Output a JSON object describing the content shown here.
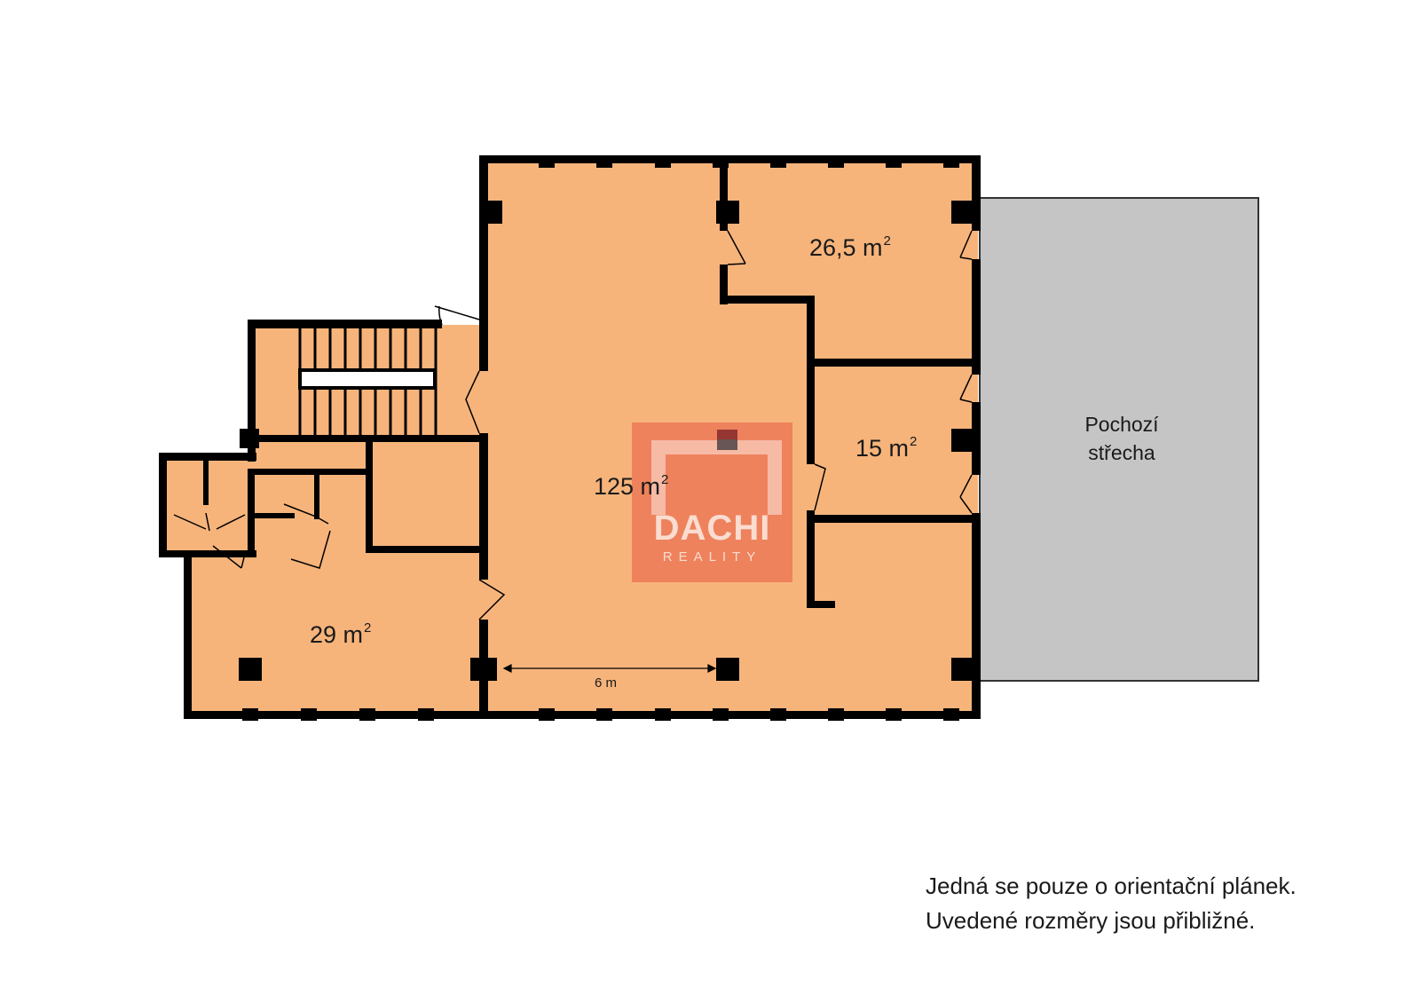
{
  "plan": {
    "rooms": [
      {
        "id": "main",
        "area": "125 m",
        "sup": "2"
      },
      {
        "id": "office-top",
        "area": "26,5 m",
        "sup": "2"
      },
      {
        "id": "office-mid",
        "area": "15 m",
        "sup": "2"
      },
      {
        "id": "side-room",
        "area": "29 m",
        "sup": "2"
      }
    ],
    "roof": {
      "line1": "Pochozí",
      "line2": "střecha"
    },
    "dimension": "6 m",
    "colors": {
      "floor": "#F6B47B",
      "wall": "#000000",
      "roof": "#C6C5C6",
      "window": "#6FB6DE",
      "logo": "#E86448"
    }
  },
  "logo": {
    "title": "DACHI",
    "subtitle": "REALITY"
  },
  "note": {
    "line1": "Jedná se pouze o orientační plánek.",
    "line2": "Uvedené rozměry jsou přibližné."
  }
}
